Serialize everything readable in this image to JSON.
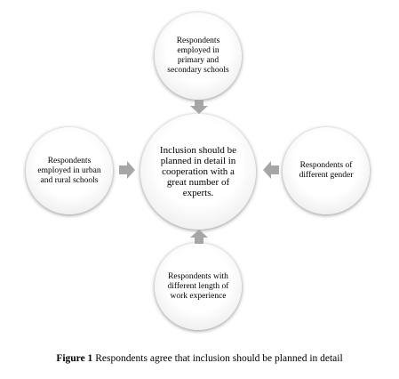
{
  "diagram": {
    "center": "Inclusion should be planned in detail in cooperation with a great number of experts.",
    "top": "Respondents employed in primary and secondary schools",
    "left": "Respondents employed in urban and rural schools",
    "right": "Respondents of different gender",
    "bottom": "Respondents with different length of work experience"
  },
  "caption": {
    "label": "Figure 1",
    "text": "Respondents agree that inclusion should be planned in detail"
  },
  "colors": {
    "arrow": "#a6a6a6",
    "circle_edge": "#d9d9d9",
    "circle_fill": "#ffffff"
  }
}
